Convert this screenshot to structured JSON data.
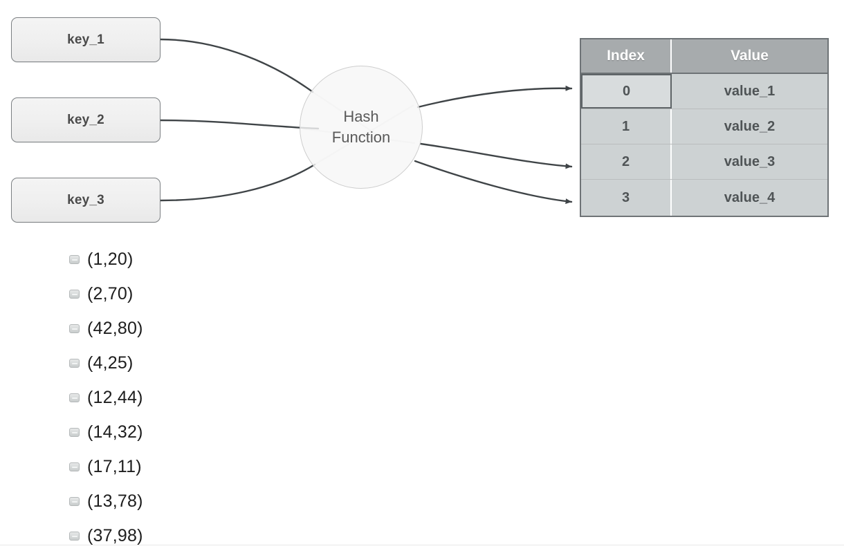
{
  "diagram": {
    "keys": [
      {
        "label": "key_1"
      },
      {
        "label": "key_2"
      },
      {
        "label": "key_3"
      }
    ],
    "hash_node": {
      "line1": "Hash",
      "line2": "Function"
    },
    "table": {
      "headers": {
        "index": "Index",
        "value": "Value"
      },
      "rows": [
        {
          "index": "0",
          "value": "value_1",
          "highlighted": true
        },
        {
          "index": "1",
          "value": "value_2",
          "highlighted": false
        },
        {
          "index": "2",
          "value": "value_3",
          "highlighted": false
        },
        {
          "index": "3",
          "value": "value_4",
          "highlighted": false
        }
      ]
    },
    "arrows": {
      "inputs": [
        {
          "from": "key_1",
          "to": "hash_function"
        },
        {
          "from": "key_2",
          "to": "hash_function"
        },
        {
          "from": "key_3",
          "to": "hash_function"
        }
      ],
      "outputs": [
        {
          "from": "hash_function",
          "to": "0"
        },
        {
          "from": "hash_function",
          "to": "2"
        },
        {
          "from": "hash_function",
          "to": "3"
        }
      ]
    },
    "colors": {
      "key_box_fill": "#efefef",
      "key_box_border": "#7b7f82",
      "circle_fill": "#f7f7f7",
      "circle_border": "#cdcdcd",
      "table_header_fill": "#a7abad",
      "table_cell_fill": "#cdd2d3",
      "table_border": "#6e7376",
      "highlight_cell_fill": "#d8dcdd",
      "wire": "#3f4447"
    }
  },
  "pair_list": {
    "icon": "minus-box-icon",
    "items": [
      {
        "label": "(1,20)"
      },
      {
        "label": "(2,70)"
      },
      {
        "label": "(42,80)"
      },
      {
        "label": "(4,25)"
      },
      {
        "label": "(12,44)"
      },
      {
        "label": "(14,32)"
      },
      {
        "label": "(17,11)"
      },
      {
        "label": "(13,78)"
      },
      {
        "label": "(37,98)"
      }
    ]
  }
}
